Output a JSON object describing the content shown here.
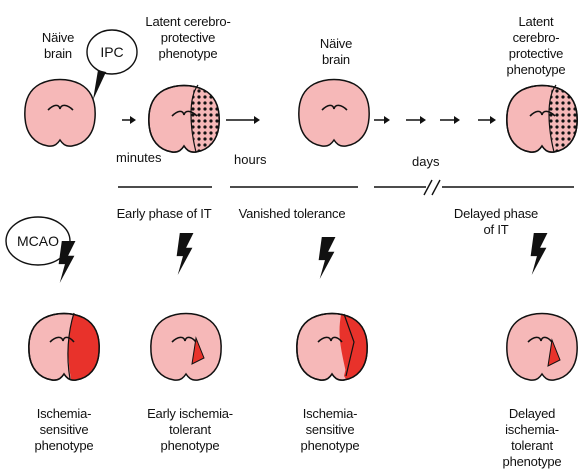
{
  "top": {
    "naive_brain_1": "Näive\nbrain",
    "latent_1": "Latent cerebro-\nprotective\nphenotype",
    "naive_brain_2": "Näive\nbrain",
    "latent_2": "Latent cerebro-\nprotective\nphenotype",
    "ipc_bubble": "IPC"
  },
  "time": {
    "minutes": "minutes",
    "hours": "hours",
    "days": "days"
  },
  "phases": {
    "early": "Early phase of IT",
    "vanished": "Vanished tolerance",
    "delayed": "Delayed phase of IT"
  },
  "mcao_bubble": "MCAO",
  "bottom": {
    "p1": "Ischemia-\nsensitive\nphenotype",
    "p2": "Early ischemia-\ntolerant\nphenotype",
    "p3": "Ischemia-\nsensitive\nphenotype",
    "p4": "Delayed ischemia-\ntolerant\nphenotype"
  },
  "colors": {
    "brain_fill": "#f6b8b8",
    "infarct_red": "#e8322b",
    "outline": "#111111"
  }
}
